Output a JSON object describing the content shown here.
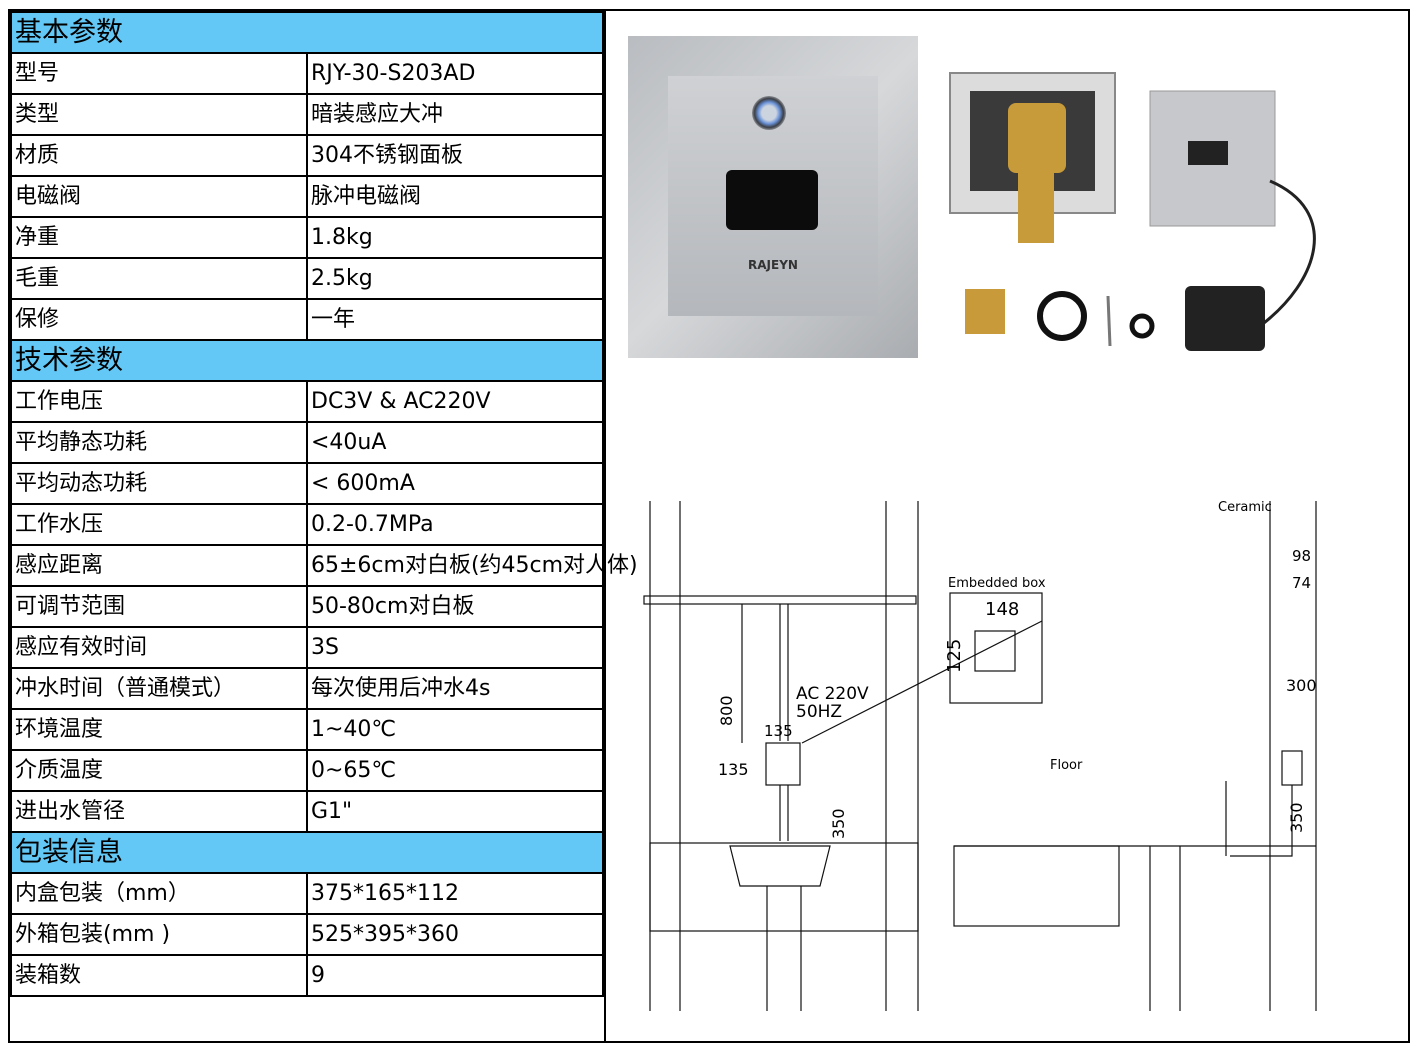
{
  "sections": [
    {
      "title": "基本参数",
      "rows": [
        {
          "k": "型号",
          "v": "RJY-30-S203AD"
        },
        {
          "k": "类型",
          "v": "暗装感应大冲"
        },
        {
          "k": "材质",
          "v": "304不锈钢面板"
        },
        {
          "k": "电磁阀",
          "v": "脉冲电磁阀"
        },
        {
          "k": "净重",
          "v": "1.8kg"
        },
        {
          "k": "毛重",
          "v": "2.5kg"
        },
        {
          "k": "保修",
          "v": "一年"
        }
      ]
    },
    {
      "title": "技术参数",
      "rows": [
        {
          "k": "工作电压",
          "v": "DC3V & AC220V"
        },
        {
          "k": "平均静态功耗",
          "v": "<40uA"
        },
        {
          "k": "平均动态功耗",
          "v": " < 600mA"
        },
        {
          "k": "工作水压",
          "v": "0.2-0.7MPa"
        },
        {
          "k": "感应距离",
          "v": "65±6cm对白板(约45cm对人体)"
        },
        {
          "k": "可调节范围",
          "v": "50-80cm对白板"
        },
        {
          "k": "感应有效时间",
          "v": "3S"
        },
        {
          "k": "冲水时间（普通模式）",
          "v": "每次使用后冲水4s"
        },
        {
          "k": "环境温度",
          "v": "1~40℃"
        },
        {
          "k": "介质温度",
          "v": "0~65℃"
        },
        {
          "k": "进出水管径",
          "v": "G1\""
        }
      ]
    },
    {
      "title": "包装信息",
      "rows": [
        {
          "k": "内盒包装（mm）",
          "v": "375*165*112"
        },
        {
          "k": "外箱包装(mm )",
          "v": "525*395*360"
        },
        {
          "k": "装箱数",
          "v": "9"
        }
      ]
    }
  ],
  "photo": {
    "brand": "RAJEYN"
  },
  "drawing": {
    "embedded_box_label": "Embedded box",
    "box_width": "148",
    "box_height": "125",
    "power_line1": "AC 220V",
    "power_line2": "50HZ",
    "dim_800": "800",
    "dim_135_top": "135",
    "dim_135_side": "135",
    "dim_350_front": "350",
    "floor_label": "Floor",
    "ceramic_label": "Ceramic",
    "dim_98": "98",
    "dim_74": "74",
    "dim_300": "300",
    "dim_350_side": "350"
  },
  "colors": {
    "section_header": "#63c8f5"
  }
}
